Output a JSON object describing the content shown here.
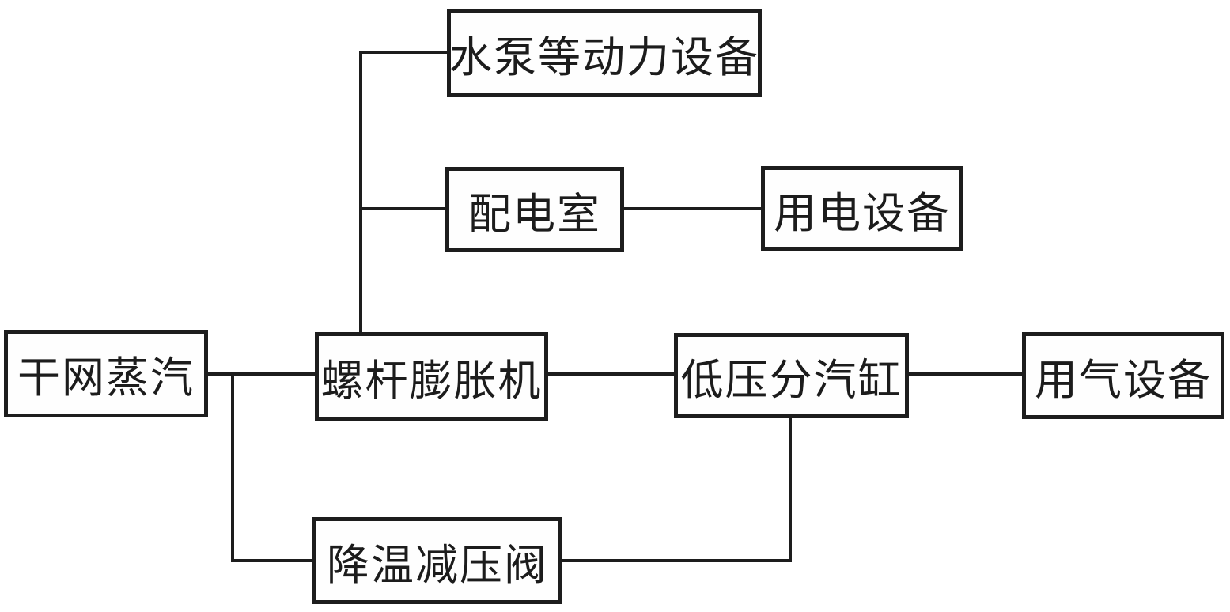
{
  "diagram": {
    "title": "steam-power-system-flowchart",
    "colors": {
      "background": "#ffffff",
      "line": "#1d1d1d",
      "text": "#1c1c1c"
    },
    "nodes": [
      {
        "id": "pump-power-equipment",
        "label": "水泵等动力设备"
      },
      {
        "id": "distribution-room",
        "label": "配电室"
      },
      {
        "id": "electric-equipment",
        "label": "用电设备"
      },
      {
        "id": "main-network-steam",
        "label": "干网蒸汽"
      },
      {
        "id": "screw-expander",
        "label": "螺杆膨胀机"
      },
      {
        "id": "lp-steam-cylinder",
        "label": "低压分汽缸"
      },
      {
        "id": "gas-equipment",
        "label": "用气设备"
      },
      {
        "id": "pressure-reducing-valve",
        "label": "降温减压阀"
      }
    ],
    "edges": [
      {
        "from": "main-network-steam",
        "to": "screw-expander"
      },
      {
        "from": "main-network-steam",
        "to": "pressure-reducing-valve"
      },
      {
        "from": "screw-expander",
        "to": "pump-power-equipment"
      },
      {
        "from": "screw-expander",
        "to": "distribution-room"
      },
      {
        "from": "distribution-room",
        "to": "electric-equipment"
      },
      {
        "from": "screw-expander",
        "to": "lp-steam-cylinder"
      },
      {
        "from": "lp-steam-cylinder",
        "to": "gas-equipment"
      },
      {
        "from": "lp-steam-cylinder",
        "to": "pressure-reducing-valve"
      }
    ]
  }
}
